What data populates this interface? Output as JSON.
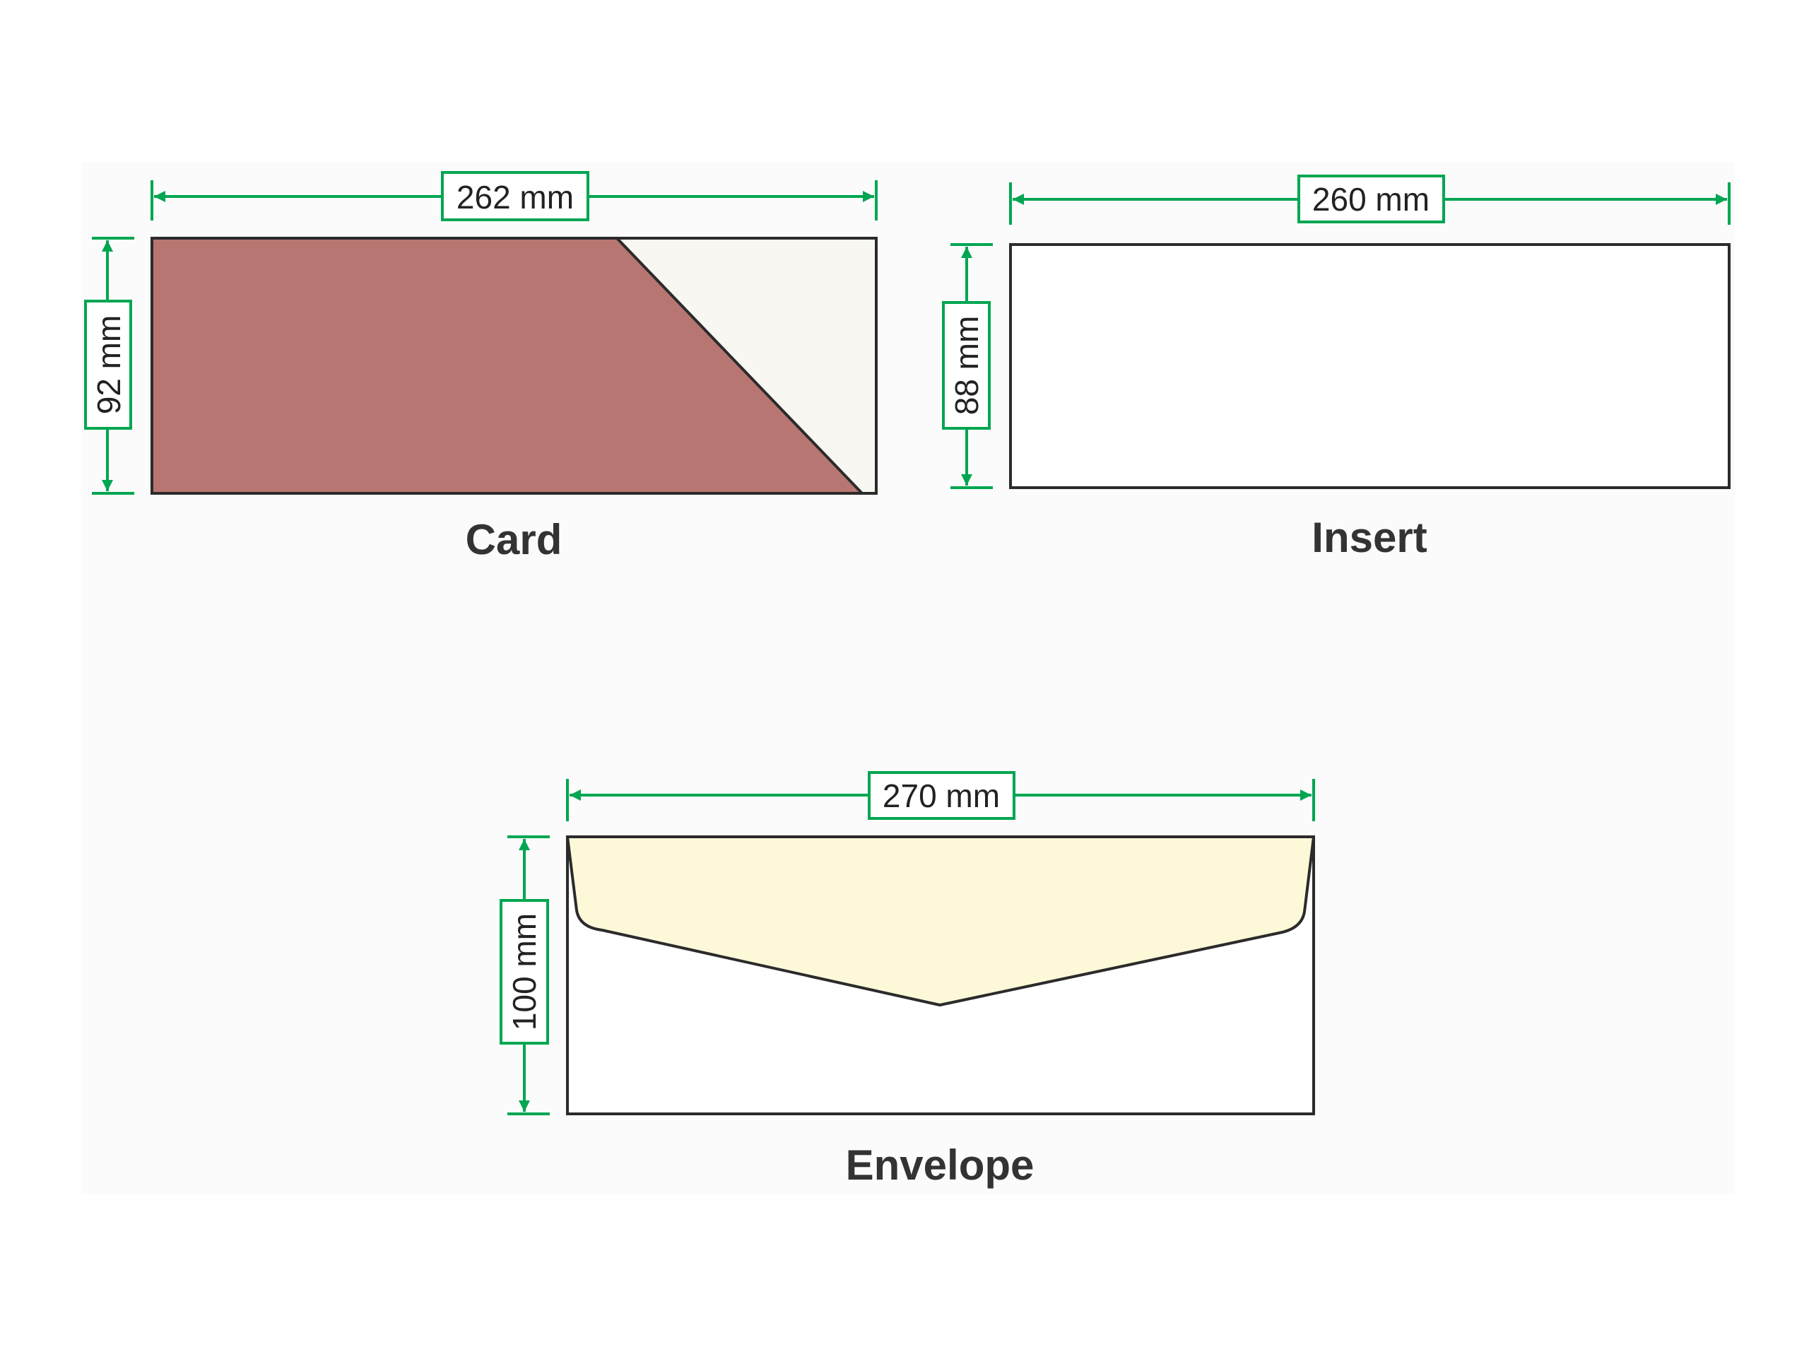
{
  "colors": {
    "dimension": "#00a651",
    "outline": "#2b2b2b",
    "card": "#b87672",
    "card_flap": "#f9f7f1",
    "insert": "#ffffff",
    "envelope": "#ffffff",
    "envelope_flap": "#fdf9d8"
  },
  "card": {
    "label": "Card",
    "width": "262 mm",
    "height": "92 mm"
  },
  "insert": {
    "label": "Insert",
    "width": "260 mm",
    "height": "88 mm"
  },
  "envelope": {
    "label": "Envelope",
    "width": "270 mm",
    "height": "100 mm"
  }
}
